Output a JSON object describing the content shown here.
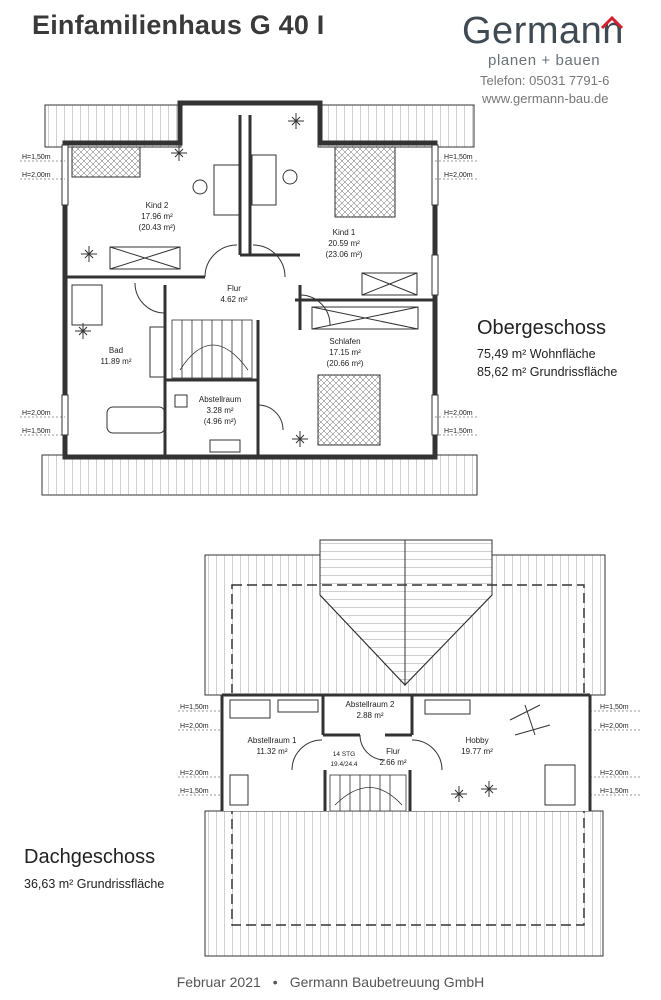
{
  "header": {
    "title": "Einfamilienhaus G 40 I",
    "logo_text": "Germann",
    "logo_sub": "planen + bauen",
    "phone": "Telefon: 05031 7791-6",
    "website": "www.germann-bau.de"
  },
  "upper_floor": {
    "name": "Obergeschoss",
    "living_area": "75,49 m² Wohnfläche",
    "floor_area": "85,62 m² Grundrissfläche",
    "height_labels": [
      "H=1,50m",
      "H=2,00m",
      "H=2,00m",
      "H=1,50m",
      "H=1,50m",
      "H=2,00m",
      "H=2,00m",
      "H=1,50m"
    ],
    "rooms": [
      {
        "name": "Kind 2",
        "area": "17.96 m²",
        "gross": "(20.43 m²)"
      },
      {
        "name": "Kind 1",
        "area": "20.59 m²",
        "gross": "(23.06 m²)"
      },
      {
        "name": "Flur",
        "area": "4.62 m²"
      },
      {
        "name": "Bad",
        "area": "11.89 m²"
      },
      {
        "name": "Schlafen",
        "area": "17.15 m²",
        "gross": "(20.66 m²)"
      },
      {
        "name": "Abstellraum",
        "area": "3.28 m²",
        "gross": "(4.96 m²)"
      }
    ]
  },
  "attic": {
    "name": "Dachgeschoss",
    "floor_area": "36,63 m² Grundrissfläche",
    "height_labels": [
      "H=1,50m",
      "H=2,00m",
      "H=2,00m",
      "H=1,50m",
      "H=1,50m",
      "H=2,00m",
      "H=2,00m",
      "H=1,50m"
    ],
    "stairs_label": "14 STG",
    "stairs_ratio": "19.4/24.4",
    "rooms": [
      {
        "name": "Abstellraum 2",
        "area": "2.88 m²"
      },
      {
        "name": "Abstellraum 1",
        "area": "11.32 m²"
      },
      {
        "name": "Flur",
        "area": "2.66 m²"
      },
      {
        "name": "Hobby",
        "area": "19.77 m²"
      }
    ]
  },
  "footer": {
    "date": "Februar 2021",
    "separator": "•",
    "company": "Germann Baubetreuung GmbH"
  },
  "colors": {
    "logo_accent": "#d3202a",
    "logo_text": "#3f4a52",
    "wall": "#333333",
    "roof_hatch": "#888888"
  }
}
